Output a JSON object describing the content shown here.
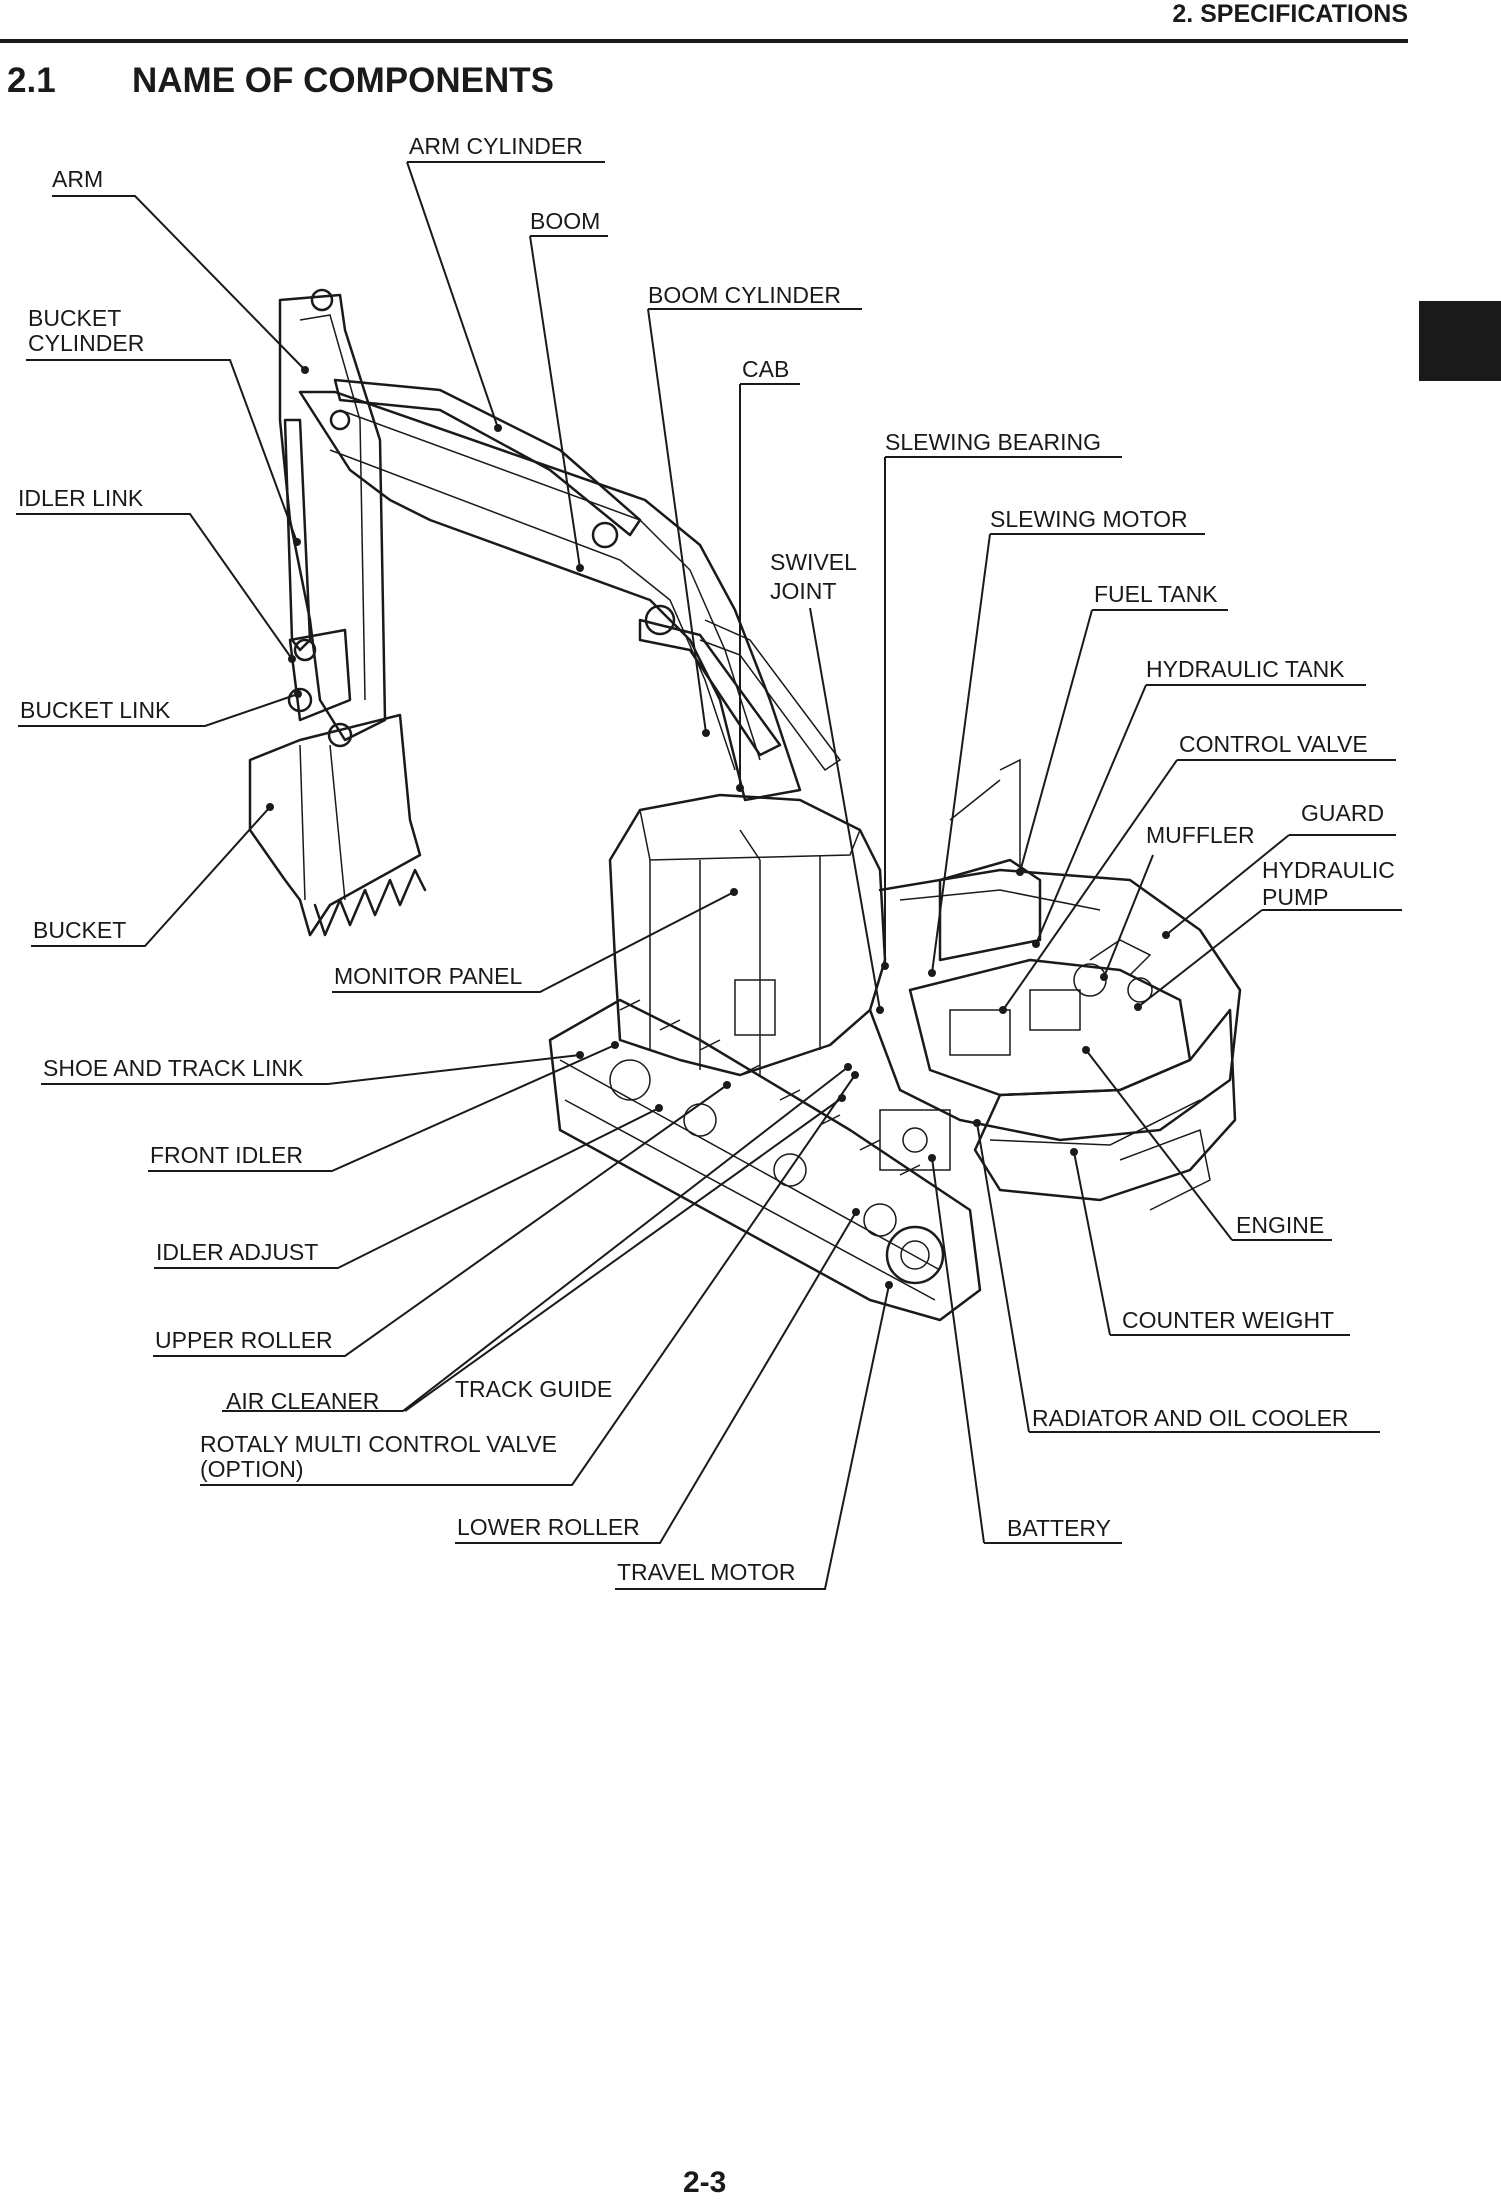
{
  "header": {
    "chapter": "2. SPECIFICATIONS"
  },
  "section": {
    "number": "2.1",
    "title": "NAME OF COMPONENTS"
  },
  "labels": {
    "arm": "ARM",
    "arm_cylinder": "ARM CYLINDER",
    "boom": "BOOM",
    "bucket_cylinder_1": "BUCKET",
    "bucket_cylinder_2": "CYLINDER",
    "boom_cylinder": "BOOM CYLINDER",
    "cab": "CAB",
    "slewing_bearing": "SLEWING BEARING",
    "idler_link": "IDLER LINK",
    "slewing_motor": "SLEWING MOTOR",
    "swivel_joint_1": "SWIVEL",
    "swivel_joint_2": "JOINT",
    "fuel_tank": "FUEL TANK",
    "hydraulic_tank": "HYDRAULIC TANK",
    "bucket_link": "BUCKET LINK",
    "control_valve": "CONTROL VALVE",
    "guard": "GUARD",
    "muffler": "MUFFLER",
    "hydraulic_pump_1": "HYDRAULIC",
    "hydraulic_pump_2": "PUMP",
    "bucket": "BUCKET",
    "monitor_panel": "MONITOR PANEL",
    "shoe_and_track_link": "SHOE AND TRACK LINK",
    "front_idler": "FRONT IDLER",
    "engine": "ENGINE",
    "idler_adjust": "IDLER ADJUST",
    "counter_weight": "COUNTER WEIGHT",
    "upper_roller": "UPPER ROLLER",
    "air_cleaner": "AIR CLEANER",
    "track_guide": "TRACK GUIDE",
    "radiator_and_oil_cooler": "RADIATOR AND OIL COOLER",
    "rotaly_multi_control_valve_1": "ROTALY MULTI CONTROL VALVE",
    "rotaly_multi_control_valve_2": "(OPTION)",
    "lower_roller": "LOWER ROLLER",
    "battery": "BATTERY",
    "travel_motor": "TRAVEL MOTOR"
  },
  "footer": {
    "page_number": "2-3"
  }
}
